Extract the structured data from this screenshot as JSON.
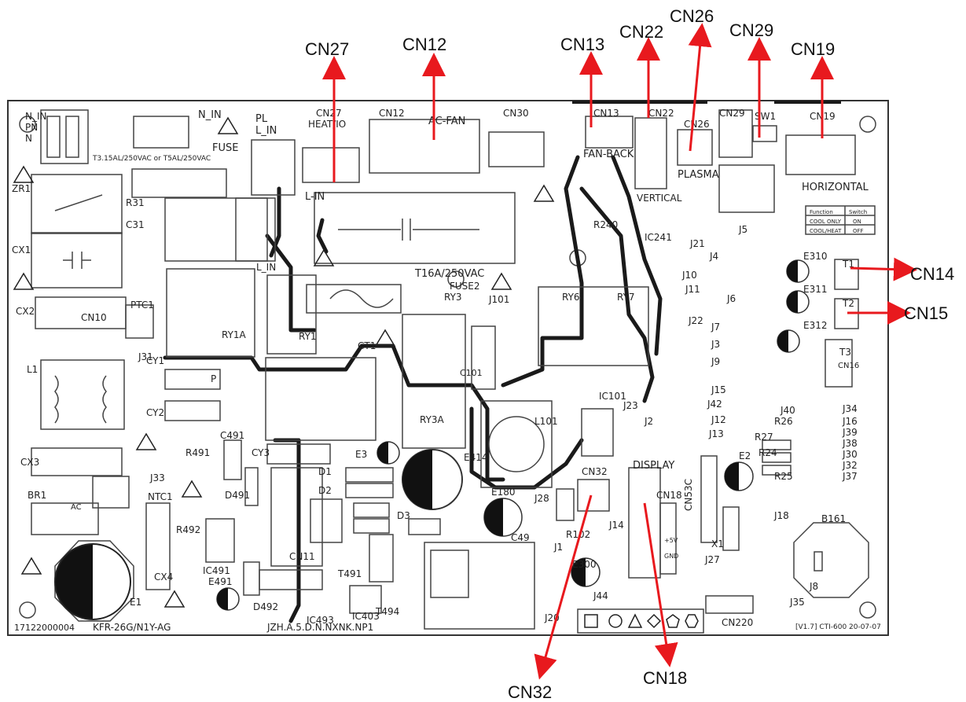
{
  "callouts": [
    {
      "id": "cn27",
      "label": "CN27"
    },
    {
      "id": "cn12",
      "label": "CN12"
    },
    {
      "id": "cn13",
      "label": "CN13"
    },
    {
      "id": "cn22",
      "label": "CN22"
    },
    {
      "id": "cn26",
      "label": "CN26"
    },
    {
      "id": "cn29",
      "label": "CN29"
    },
    {
      "id": "cn19",
      "label": "CN19"
    },
    {
      "id": "cn14",
      "label": "CN14"
    },
    {
      "id": "cn15",
      "label": "CN15"
    },
    {
      "id": "cn32",
      "label": "CN32"
    },
    {
      "id": "cn18",
      "label": "CN18"
    }
  ],
  "silkscreen": {
    "n_in": "N_IN",
    "pn": "PN",
    "n": "N",
    "n_in2": "N_IN",
    "fuse": "FUSE",
    "pl": "PL",
    "l_in": "L_IN",
    "fuse_rating": "T3.15AL/250VAC or T5AL/250VAC",
    "cn27": "CN27",
    "heat_io": "HEAT/IO",
    "cn12": "CN12",
    "ac_fan": "AC-FAN",
    "cn30": "CN30",
    "cn13": "CN13",
    "cn22": "CN22",
    "fan_back": "FAN-BACK",
    "vertical": "VERTICAL",
    "cn26": "CN26",
    "plasma": "PLASMA",
    "cn29": "CN29",
    "sw1": "SW1",
    "cn19": "CN19",
    "horizontal": "HORIZONTAL",
    "zr1": "ZR1",
    "r31": "R31",
    "c31": "C31",
    "l_in2": "L-IN",
    "l_in3": "L_IN",
    "cx1": "CX1",
    "t16a": "T16A/250VAC",
    "fuse2": "FUSE2",
    "ry3": "RY3",
    "j101": "J101",
    "ry6": "RY6",
    "ry7": "RY7",
    "r240": "R240",
    "ic241": "IC241",
    "j21": "J21",
    "j5": "J5",
    "j4": "J4",
    "e310": "E310",
    "t1": "T1",
    "j10": "J10",
    "j11": "J11",
    "j6": "J6",
    "e311": "E311",
    "t2": "T2",
    "j22": "J22",
    "j7": "J7",
    "e312": "E312",
    "j3": "J3",
    "j9": "J9",
    "t3": "T3",
    "cn16": "CN16",
    "cx2": "CX2",
    "ptc1": "PTC1",
    "cn10": "CN10",
    "ry1a": "RY1A",
    "ry1": "RY1",
    "ct1": "CT1",
    "ic101": "IC101",
    "l1": "L1",
    "j31": "J31",
    "cy1": "CY1",
    "cy2": "CY2",
    "p": "P",
    "ry3a": "RY3A",
    "c101": "C101",
    "l101": "L101",
    "j23": "J23",
    "j2": "J2",
    "j15": "J15",
    "j42": "J42",
    "j12": "J12",
    "j13": "J13",
    "j40": "J40",
    "r26": "R26",
    "r27": "R27",
    "r24": "R24",
    "r25": "R25",
    "e2": "E2",
    "cn53c": "CN53C",
    "j34": "J34",
    "j16": "J16",
    "j39": "J39",
    "j38": "J38",
    "j30": "J30",
    "j32": "J32",
    "j37": "J37",
    "cx3": "CX3",
    "r491": "R491",
    "c491": "C491",
    "cy3": "CY3",
    "e3": "E3",
    "e414": "E414",
    "e491": "E491",
    "e180": "E180",
    "j28": "J28",
    "cn32": "CN32",
    "display": "DISPLAY",
    "cn18": "CN18",
    "j18": "J18",
    "b161": "B161",
    "br1": "BR1",
    "ac": "AC",
    "ntc1": "NTC1",
    "j33": "J33",
    "d491": "D491",
    "d1": "D1",
    "d2": "D2",
    "d3": "D3",
    "r492": "R492",
    "cn11": "CN11",
    "cx4": "CX4",
    "ic491": "IC491",
    "e1": "E1",
    "t491": "T491",
    "c49": "C49",
    "r102": "R102",
    "j1": "J1",
    "j14": "J14",
    "x1": "X1",
    "j27": "J27",
    "e300": "E300",
    "j44": "J44",
    "j8": "J8",
    "j35": "J35",
    "cn220": "CN220",
    "ic493": "IC493",
    "ic403": "IC403",
    "j20": "J20",
    "d492": "D492",
    "t494": "T494",
    "part_number": "17122000004",
    "model": "KFR-26G/N1Y-AG",
    "model_tail": "JZH.A.5.D.N.NXNK.NP1",
    "version": "[V1.7] CTI-600",
    "date": "20-07-07",
    "table_r1a": "Function",
    "table_r1b": "Switch",
    "table_r2a": "COOL ONLY",
    "table_r2b": "ON",
    "table_r3a": "COOL/HEAT",
    "table_r3b": "OFF",
    "plus5v": "+5V",
    "gnd": "GND"
  },
  "colors": {
    "arrow": "#e8191e",
    "trace": "#1a1a1a",
    "outline": "#444444"
  }
}
